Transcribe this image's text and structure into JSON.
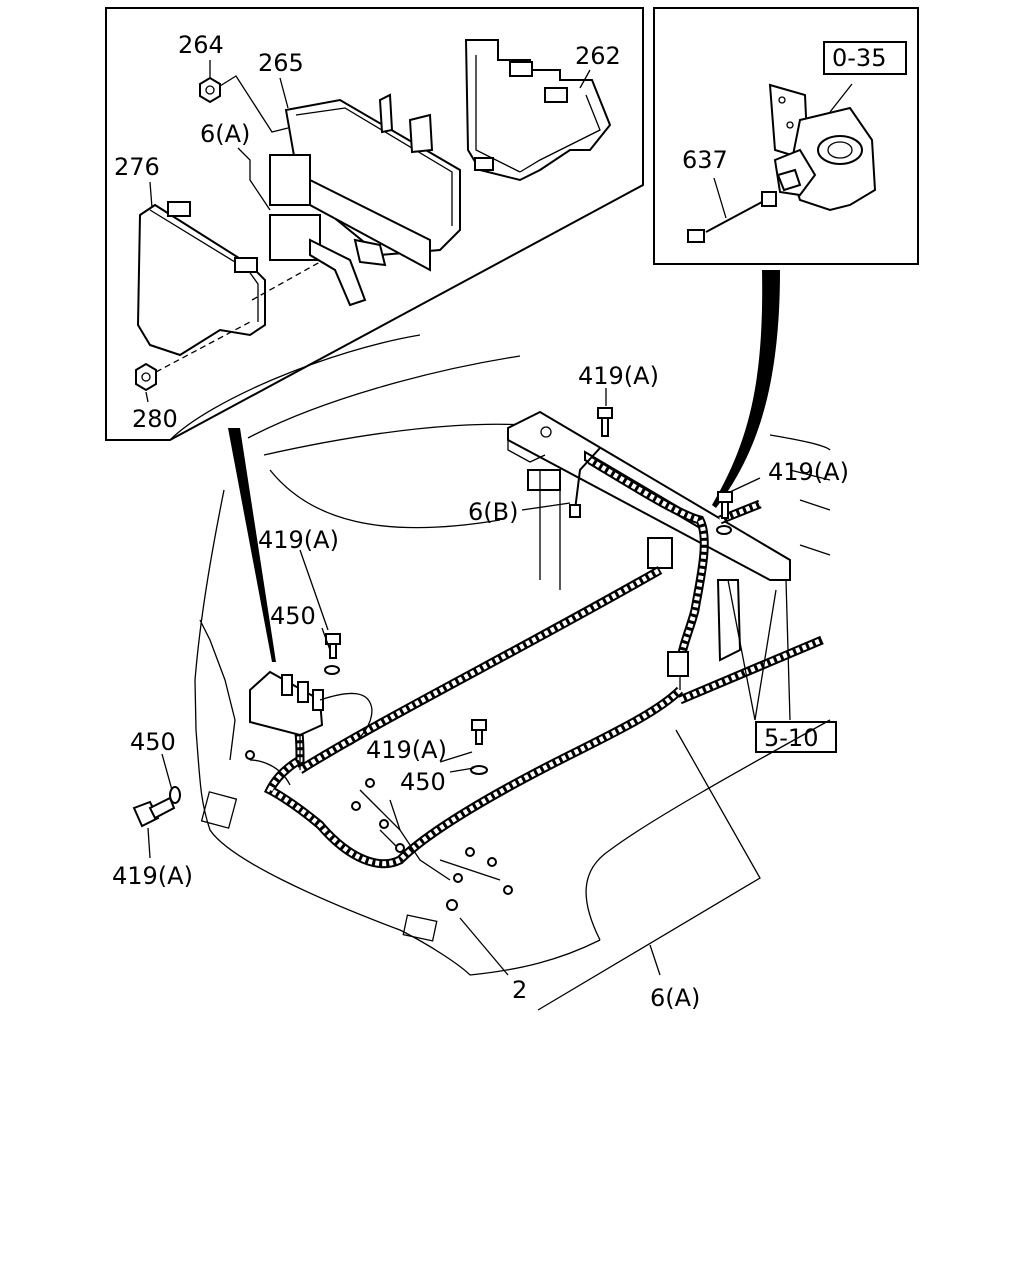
{
  "labels": {
    "l264": "264",
    "l265": "265",
    "l262": "262",
    "l6a_top": "6(A)",
    "l276": "276",
    "l280": "280",
    "l035": "0-35",
    "l637": "637",
    "l419a_1": "419(A)",
    "l419a_2": "419(A)",
    "l6b": "6(B)",
    "l419a_3": "419(A)",
    "l450_1": "450",
    "l450_2": "450",
    "l419a_4": "419(A)",
    "l450_3": "450",
    "l510": "5-10",
    "l419a_5": "419(A)",
    "l2": "2",
    "l6a_bottom": "6(A)"
  }
}
